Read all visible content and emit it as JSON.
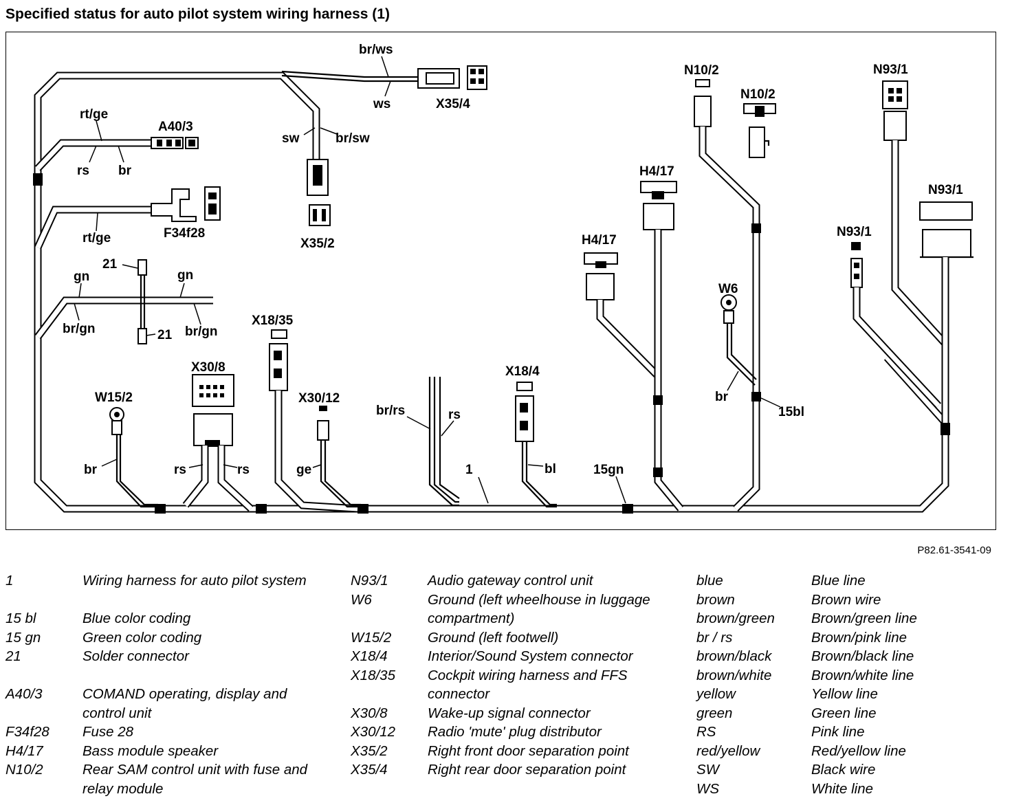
{
  "title": "Specified status for auto pilot system wiring harness (1)",
  "figure_ref": "P82.61-3541-09",
  "diagram": {
    "components": {
      "x35_4": "X35/4",
      "a40_3": "A40/3",
      "f34f28": "F34f28",
      "x35_2": "X35/2",
      "n10_2_a": "N10/2",
      "n10_2_b": "N10/2",
      "n93_1_a": "N93/1",
      "n93_1_b": "N93/1",
      "n93_1_c": "N93/1",
      "h4_17_a": "H4/17",
      "h4_17_b": "H4/17",
      "w6": "W6",
      "x18_35": "X18/35",
      "x30_8": "X30/8",
      "x30_12": "X30/12",
      "x18_4": "X18/4",
      "w15_2": "W15/2"
    },
    "wires": {
      "br_ws": "br/ws",
      "ws": "ws",
      "sw": "sw",
      "br_sw": "br/sw",
      "rt_ge_1": "rt/ge",
      "rs_1": "rs",
      "br_1": "br",
      "rt_ge_2": "rt/ge",
      "sc_21_top": "21",
      "gn_left": "gn",
      "gn_right": "gn",
      "br_gn_left": "br/gn",
      "br_gn_right": "br/gn",
      "sc_21_bottom": "21",
      "br_w15": "br",
      "rs_left": "rs",
      "rs_right": "rs",
      "ge": "ge",
      "br_rs": "br/rs",
      "rs_mid": "rs",
      "harness_1": "1",
      "bl": "bl",
      "c15gn": "15gn",
      "br_w6": "br",
      "c15bl": "15bl"
    }
  },
  "legend": {
    "col1": [
      {
        "key": "1",
        "value": "Wiring harness for auto pilot system"
      },
      {
        "key": "15 bl",
        "value": "Blue color coding"
      },
      {
        "key": "15 gn",
        "value": "Green color coding"
      },
      {
        "key": "21",
        "value": "Solder connector"
      },
      {
        "key": "A40/3",
        "value": "COMAND operating, display and control unit"
      },
      {
        "key": "F34f28",
        "value": "Fuse 28"
      },
      {
        "key": "H4/17",
        "value": "Bass module speaker"
      },
      {
        "key": "N10/2",
        "value": "Rear SAM control unit with fuse and relay module"
      }
    ],
    "col2": [
      {
        "key": "N93/1",
        "value": "Audio gateway control unit"
      },
      {
        "key": "W6",
        "value": "Ground (left wheelhouse in luggage compartment)"
      },
      {
        "key": "W15/2",
        "value": "Ground (left footwell)"
      },
      {
        "key": "X18/4",
        "value": "Interior/Sound System connector"
      },
      {
        "key": "X18/35",
        "value": "Cockpit wiring harness and FFS connector"
      },
      {
        "key": "X30/8",
        "value": "Wake-up signal connector"
      },
      {
        "key": "X30/12",
        "value": "Radio 'mute' plug distributor"
      },
      {
        "key": "X35/2",
        "value": "Right front door separation point"
      },
      {
        "key": "X35/4",
        "value": "Right rear door separation point"
      }
    ],
    "col3": [
      {
        "key": "blue",
        "value": "Blue line"
      },
      {
        "key": "brown",
        "value": "Brown wire"
      },
      {
        "key": "brown/green",
        "value": "Brown/green line"
      },
      {
        "key": "br / rs",
        "value": "Brown/pink line"
      },
      {
        "key": "brown/black",
        "value": "Brown/black line"
      },
      {
        "key": "brown/white",
        "value": "Brown/white line"
      },
      {
        "key": "yellow",
        "value": "Yellow line"
      },
      {
        "key": "green",
        "value": "Green line"
      },
      {
        "key": "RS",
        "value": "Pink line"
      },
      {
        "key": "red/yellow",
        "value": "Red/yellow line"
      },
      {
        "key": "SW",
        "value": "Black wire"
      },
      {
        "key": "WS",
        "value": "White line"
      }
    ]
  }
}
